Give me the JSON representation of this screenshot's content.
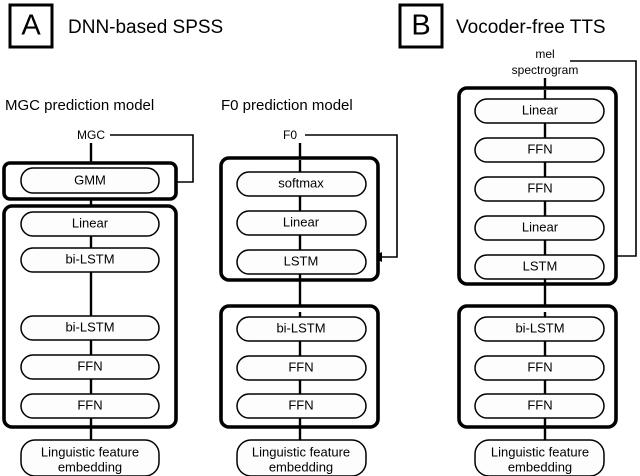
{
  "figure": {
    "background_color": "#ffffff",
    "line_color": "#000000"
  },
  "panels": [
    {
      "letter": "A",
      "title": "DNN-based SPSS",
      "columns": [
        {
          "title": "MGC prediction model",
          "output_label": "MGC",
          "groups": [
            {
              "blocks": [
                "GMM"
              ]
            },
            {
              "blocks": [
                "Linear",
                "bi-LSTM",
                "bi-LSTM",
                "FFN",
                "FFN"
              ]
            }
          ],
          "input_block": "Linguistic feature embedding",
          "feedback_target": "GMM"
        },
        {
          "title": "F0 prediction model",
          "output_label": "F0",
          "groups": [
            {
              "blocks": [
                "softmax",
                "Linear",
                "LSTM"
              ]
            },
            {
              "blocks": [
                "bi-LSTM",
                "FFN",
                "FFN"
              ]
            }
          ],
          "input_block": "Linguistic feature embedding",
          "feedback_target": "LSTM"
        }
      ]
    },
    {
      "letter": "B",
      "title": "Vocoder-free TTS",
      "columns": [
        {
          "title": "",
          "output_label": "mel spectrogram",
          "output_label_line1": "mel",
          "output_label_line2": "spectrogram",
          "groups": [
            {
              "blocks": [
                "Linear",
                "FFN",
                "FFN",
                "Linear",
                "LSTM"
              ]
            },
            {
              "blocks": [
                "bi-LSTM",
                "FFN",
                "FFN"
              ]
            }
          ],
          "input_block": "Linguistic feature embedding",
          "feedback_target": "LSTM"
        }
      ]
    }
  ],
  "blocks": {
    "a1_gmm": "GMM",
    "a1_linear": "Linear",
    "a1_bilstm_top": "bi-LSTM",
    "a1_bilstm_bottom": "bi-LSTM",
    "a1_ffn_1": "FFN",
    "a1_ffn_2": "FFN",
    "a1_embedding_line1": "Linguistic feature",
    "a1_embedding_line2": "embedding",
    "a2_softmax": "softmax",
    "a2_linear": "Linear",
    "a2_lstm": "LSTM",
    "a2_bilstm": "bi-LSTM",
    "a2_ffn_1": "FFN",
    "a2_ffn_2": "FFN",
    "a2_embedding_line1": "Linguistic feature",
    "a2_embedding_line2": "embedding",
    "b_linear_1": "Linear",
    "b_ffn_1": "FFN",
    "b_ffn_2": "FFN",
    "b_linear_2": "Linear",
    "b_lstm": "LSTM",
    "b_bilstm": "bi-LSTM",
    "b_ffn_3": "FFN",
    "b_ffn_4": "FFN",
    "b_embedding_line1": "Linguistic feature",
    "b_embedding_line2": "embedding"
  },
  "labels": {
    "panel_a_letter": "A",
    "panel_a_title": "DNN-based SPSS",
    "panel_b_letter": "B",
    "panel_b_title": "Vocoder-free TTS",
    "col1_title": "MGC prediction model",
    "col2_title": "F0 prediction model",
    "mgc_output": "MGC",
    "f0_output": "F0",
    "mel_output_line1": "mel",
    "mel_output_line2": "spectrogram"
  }
}
